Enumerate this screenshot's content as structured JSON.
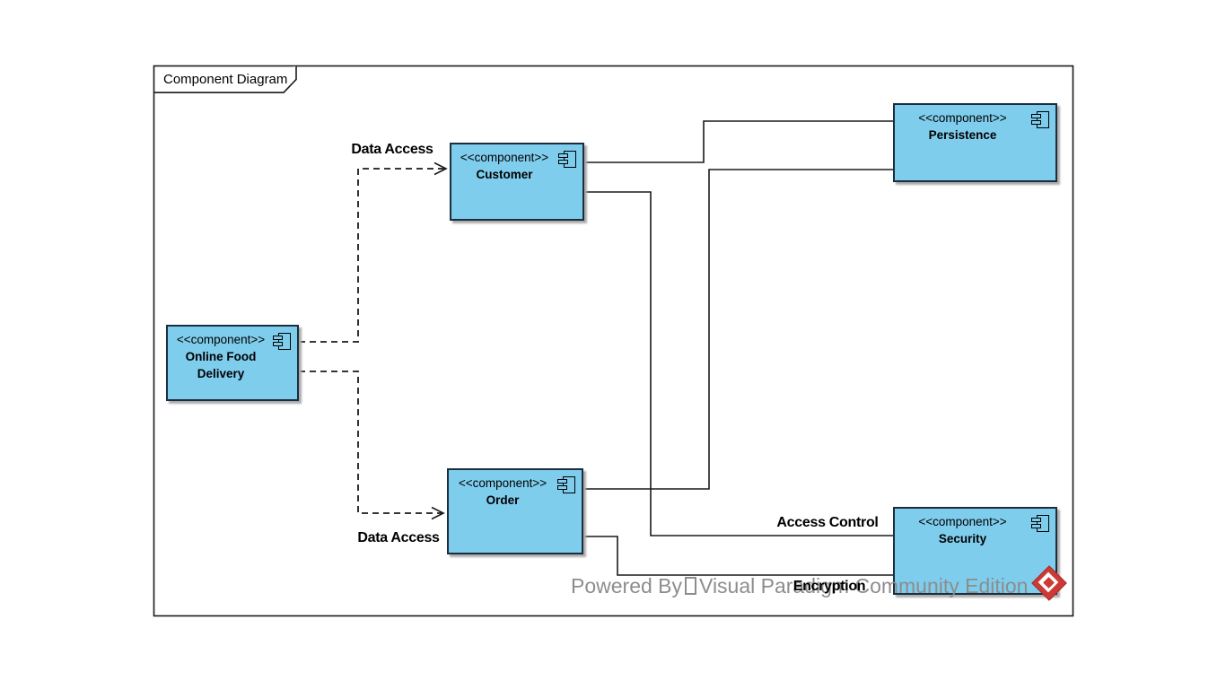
{
  "frame": {
    "title": "Component Diagram"
  },
  "components": [
    {
      "id": "online-food-delivery",
      "stereotype": "<<component>>",
      "name": "Online Food Delivery",
      "name_line1": "Online Food",
      "name_line2": "Delivery"
    },
    {
      "id": "customer",
      "stereotype": "<<component>>",
      "name": "Customer"
    },
    {
      "id": "order",
      "stereotype": "<<component>>",
      "name": "Order"
    },
    {
      "id": "persistence",
      "stereotype": "<<component>>",
      "name": "Persistence"
    },
    {
      "id": "security",
      "stereotype": "<<component>>",
      "name": "Security"
    }
  ],
  "connectors": [
    {
      "from": "Online Food Delivery",
      "to": "Customer",
      "type": "dashed-dependency",
      "label": "Data Access"
    },
    {
      "from": "Online Food Delivery",
      "to": "Order",
      "type": "dashed-dependency",
      "label": "Data Access"
    },
    {
      "from": "Customer",
      "to": "Persistence",
      "type": "solid-association",
      "label": ""
    },
    {
      "from": "Order",
      "to": "Persistence",
      "type": "solid-association",
      "label": ""
    },
    {
      "from": "Customer",
      "to": "Security",
      "type": "solid-association",
      "label": "Access Control"
    },
    {
      "from": "Order",
      "to": "Security",
      "type": "solid-association",
      "label": "Encryption"
    }
  ],
  "watermark": {
    "part1": "Powered By",
    "part2": "Visual Paradigm Community Edition"
  },
  "icons": {
    "component_icon": "component-icon",
    "logo": "visual-paradigm-logo"
  },
  "colors": {
    "component_fill": "#7FCDED",
    "component_border": "#1B2E3F",
    "connector": "#1A1A1A",
    "label_text": "#000000",
    "watermark_text": "#8D8D8D",
    "logo_red": "#CC3A36",
    "frame_border": "#1A1A1A"
  }
}
